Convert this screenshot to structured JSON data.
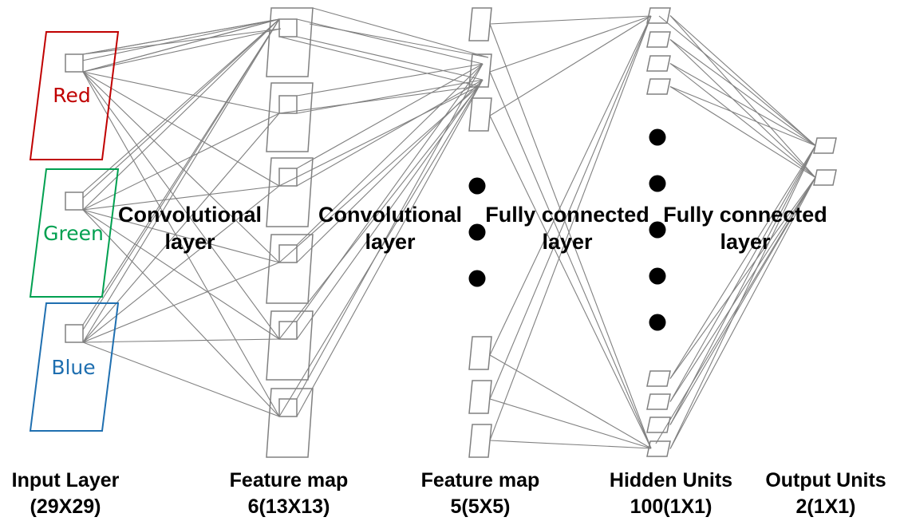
{
  "channels": [
    {
      "label": "Red",
      "color": "#c00000"
    },
    {
      "label": "Green",
      "color": "#00a050"
    },
    {
      "label": "Blue",
      "color": "#1f6fb0"
    }
  ],
  "layer_labels": [
    {
      "line1": "Convolutional",
      "line2": "layer"
    },
    {
      "line1": "Convolutional",
      "line2": "layer"
    },
    {
      "line1": "Fully connected",
      "line2": "layer"
    },
    {
      "line1": "Fully connected",
      "line2": "layer"
    }
  ],
  "bottom_labels": [
    {
      "line1": "Input Layer",
      "line2": "(29X29)"
    },
    {
      "line1": "Feature map",
      "line2": "6(13X13)"
    },
    {
      "line1": "Feature map",
      "line2": "5(5X5)"
    },
    {
      "line1": "Hidden Units",
      "line2": "100(1X1)"
    },
    {
      "line1": "Output Units",
      "line2": "2(1X1)"
    }
  ],
  "colors": {
    "line": "#808080",
    "text": "#000000"
  }
}
